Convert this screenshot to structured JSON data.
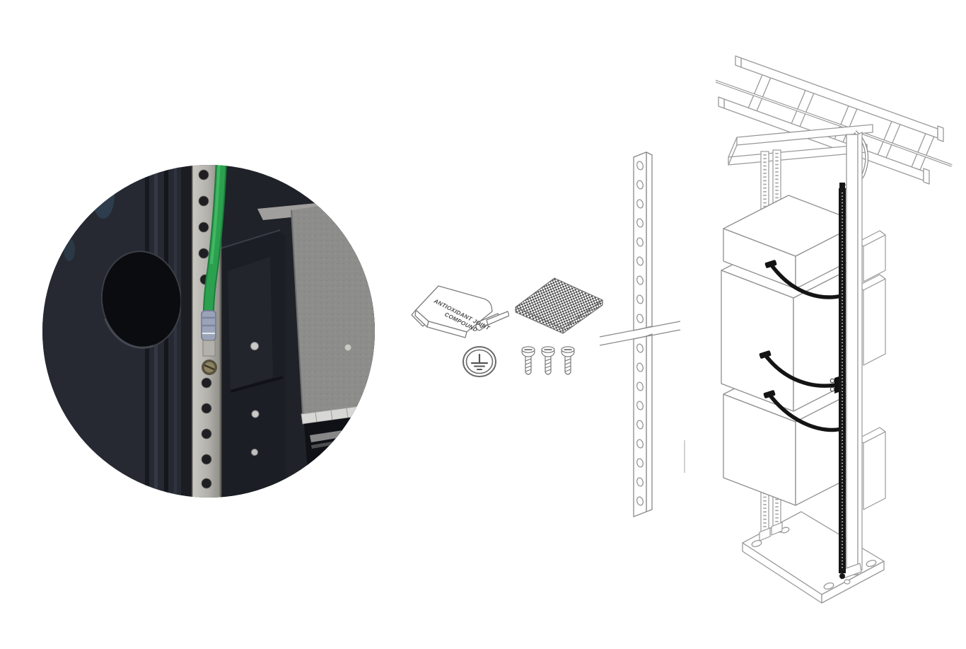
{
  "figure": {
    "kind": "rack-grounding-installation-diagram",
    "packet": {
      "label_line1": "ANTIOXIDANT  JOINT",
      "label_line2": "COMPOUND"
    },
    "parts": {
      "photo_inset": "close-up photo of rack rail with green ground wire",
      "compound_packet": "antioxidant joint compound packet",
      "ground_symbol": "protective-earth ground symbol",
      "mesh_pad": "abrasive mesh pad",
      "screws": "three hex-head thread-forming screws",
      "perforated_rail": "vertical perforated rack rail with break mark",
      "rack_assembly": "two-post rack with cable ladder, ground busbar, bonded equipment and base plate"
    },
    "colors": {
      "background": "#ffffff",
      "drawing_line": "#8a8a8a",
      "cable_black": "#141414",
      "photo_dark_panel": "#23252d",
      "photo_rail_silver": "#b5b3ad",
      "photo_wire_green": "#2ba14f",
      "photo_connector_blue": "#9aa3b8",
      "photo_mesh_gray": "#8d8d8b"
    }
  }
}
